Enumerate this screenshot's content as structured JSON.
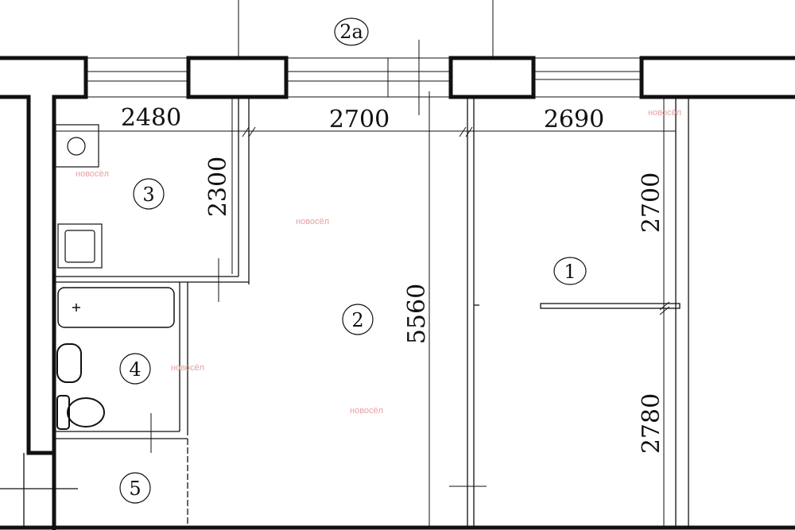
{
  "plan": {
    "label_top": "2а",
    "dimensions": {
      "kitchen_width": "2480",
      "room2_width": "2700",
      "room1_width": "2690",
      "kitchen_depth": "2300",
      "room2_depth": "5560",
      "room1_upper_depth": "2700",
      "room1_lower_depth": "2780"
    },
    "rooms": [
      "1",
      "2",
      "3",
      "4",
      "5"
    ],
    "watermark": "новосёл",
    "colors": {
      "line": "#111111",
      "watermark": "#e8a0a0"
    }
  }
}
